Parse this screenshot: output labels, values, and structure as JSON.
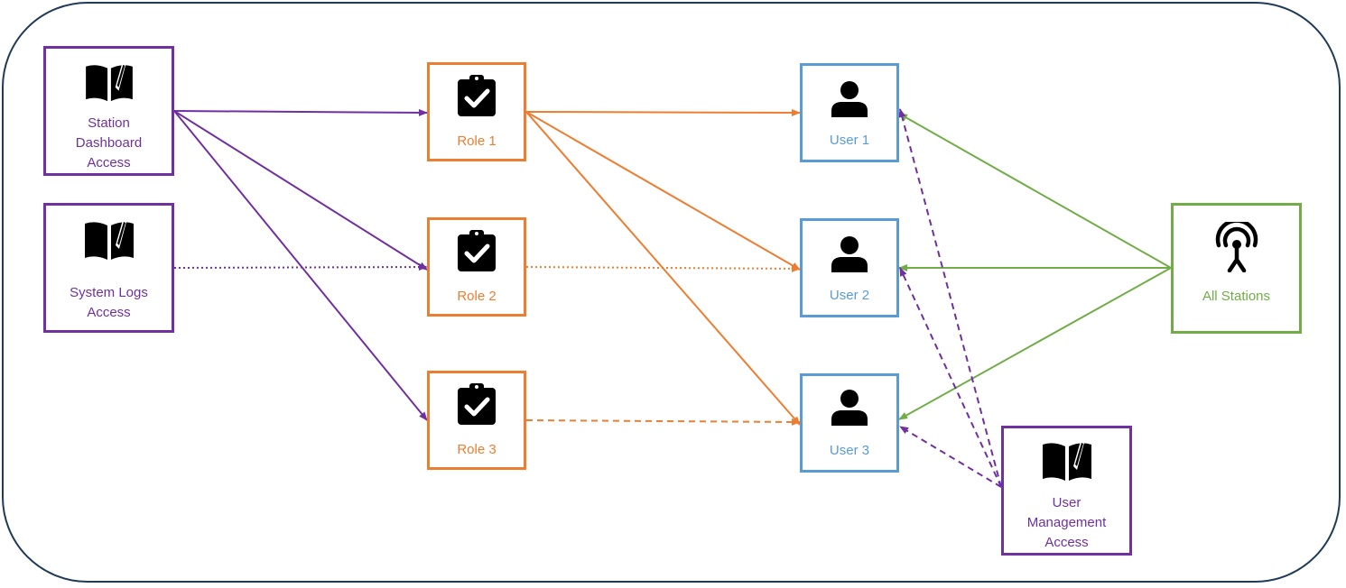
{
  "colors": {
    "permission": "#7030a0",
    "role": "#ed7d31",
    "user": "#5b9bd5",
    "station": "#70ad47",
    "frame": "#1f3b57"
  },
  "permissions": [
    {
      "id": "station-dashboard-access",
      "label": "Station Dashboard Access",
      "icon": "book-icon"
    },
    {
      "id": "system-logs-access",
      "label": "System Logs Access",
      "icon": "book-icon"
    },
    {
      "id": "user-management-access",
      "label": "User Management Access",
      "icon": "book-icon"
    }
  ],
  "roles": [
    {
      "id": "role-1",
      "label": "Role 1",
      "icon": "clipboard-check-icon"
    },
    {
      "id": "role-2",
      "label": "Role 2",
      "icon": "clipboard-check-icon"
    },
    {
      "id": "role-3",
      "label": "Role 3",
      "icon": "clipboard-check-icon"
    }
  ],
  "users": [
    {
      "id": "user-1",
      "label": "User 1",
      "icon": "person-icon"
    },
    {
      "id": "user-2",
      "label": "User 2",
      "icon": "person-icon"
    },
    {
      "id": "user-3",
      "label": "User 3",
      "icon": "person-icon"
    }
  ],
  "stations": [
    {
      "id": "all-stations",
      "label": "All Stations",
      "icon": "antenna-icon"
    }
  ],
  "edges": [
    {
      "from": "station-dashboard-access",
      "to": "role-1",
      "style": "solid",
      "color": "#7030a0"
    },
    {
      "from": "station-dashboard-access",
      "to": "role-2",
      "style": "solid",
      "color": "#7030a0"
    },
    {
      "from": "station-dashboard-access",
      "to": "role-3",
      "style": "solid",
      "color": "#7030a0"
    },
    {
      "from": "system-logs-access",
      "to": "role-2",
      "style": "dotted",
      "color": "#7030a0"
    },
    {
      "from": "role-1",
      "to": "user-1",
      "style": "solid",
      "color": "#ed7d31"
    },
    {
      "from": "role-1",
      "to": "user-2",
      "style": "solid",
      "color": "#ed7d31"
    },
    {
      "from": "role-1",
      "to": "user-3",
      "style": "solid",
      "color": "#ed7d31"
    },
    {
      "from": "role-2",
      "to": "user-2",
      "style": "dotted",
      "color": "#ed7d31"
    },
    {
      "from": "role-3",
      "to": "user-3",
      "style": "dashed",
      "color": "#ed7d31"
    },
    {
      "from": "all-stations",
      "to": "user-1",
      "style": "solid",
      "color": "#70ad47"
    },
    {
      "from": "all-stations",
      "to": "user-2",
      "style": "solid",
      "color": "#70ad47"
    },
    {
      "from": "all-stations",
      "to": "user-3",
      "style": "solid",
      "color": "#70ad47"
    },
    {
      "from": "user-management-access",
      "to": "user-1",
      "style": "dashed",
      "color": "#7030a0"
    },
    {
      "from": "user-management-access",
      "to": "user-2",
      "style": "dashed",
      "color": "#7030a0"
    },
    {
      "from": "user-management-access",
      "to": "user-3",
      "style": "dashed",
      "color": "#7030a0"
    }
  ]
}
